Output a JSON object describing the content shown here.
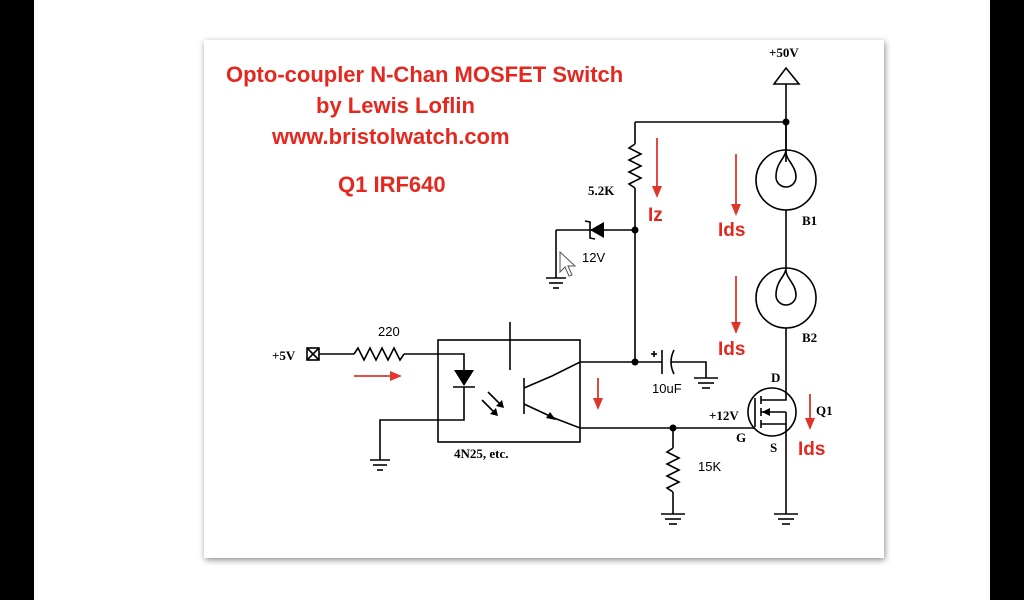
{
  "title": {
    "line1": "Opto-coupler N-Chan MOSFET Switch",
    "line2": "by Lewis Loflin",
    "line3": "www.bristolwatch.com",
    "line4": "Q1 IRF640"
  },
  "labels": {
    "supply_50v": "+50V",
    "r_5_2k": "5.2K",
    "iz": "Iz",
    "ids_1": "Ids",
    "ids_2": "Ids",
    "ids_3": "Ids",
    "zener_12v": "12V",
    "b1": "B1",
    "b2": "B2",
    "r_220": "220",
    "input_5v": "+5V",
    "cap_10uf": "10uF",
    "drain_d": "D",
    "q1": "Q1",
    "gate_12v": "+12V",
    "gate_g": "G",
    "source_s": "S",
    "opto": "4N25, etc.",
    "r_15k": "15K"
  },
  "colors": {
    "title_red": "#e5281f",
    "arrow_red": "#e0352a",
    "wire": "#000000"
  }
}
